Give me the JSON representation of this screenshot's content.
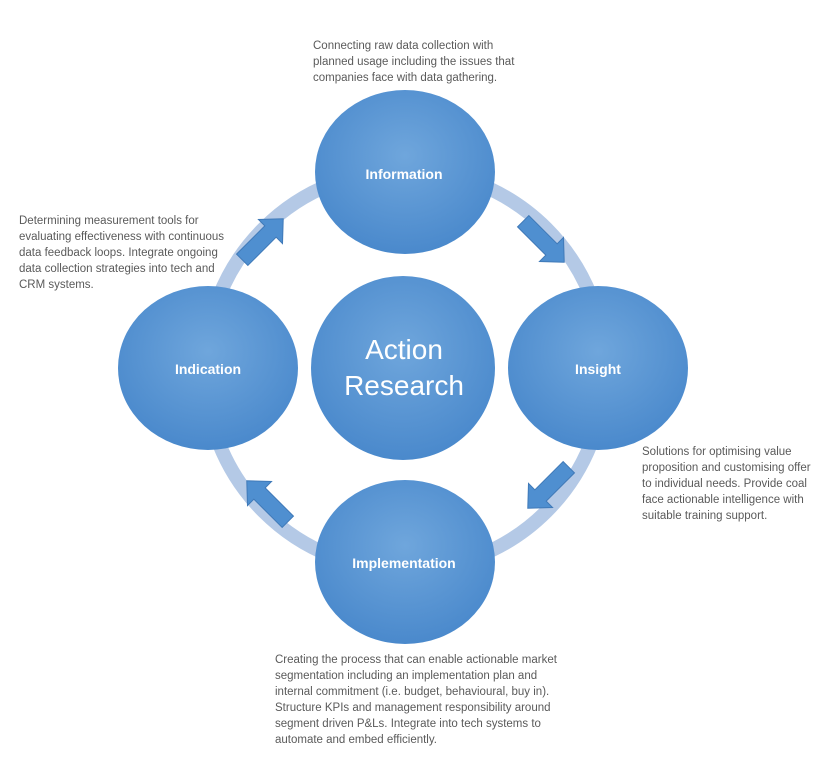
{
  "center": {
    "line1": "Action",
    "line2": "Research"
  },
  "nodes": {
    "information": "Information",
    "insight": "Insight",
    "implementation": "Implementation",
    "indication": "Indication"
  },
  "notes": {
    "information": [
      "Connecting raw data collection with",
      "planned usage including the issues that",
      "companies face with data gathering."
    ],
    "indication": [
      "Determining measurement tools for",
      "evaluating effectiveness with continuous",
      "data feedback loops. Integrate ongoing",
      "data collection strategies into tech and",
      "CRM systems."
    ],
    "insight": [
      "Solutions for optimising value",
      "proposition and customising offer",
      "to individual needs. Provide coal",
      "face actionable intelligence with",
      "suitable training support."
    ],
    "implementation": [
      "Creating the process that can enable actionable market",
      "segmentation including an implementation plan and",
      "internal commitment (i.e. budget, behavioural, buy in).",
      "Structure KPIs and management responsibility around",
      "segment driven P&Ls. Integrate into tech systems to",
      "automate and embed efficiently."
    ]
  },
  "colors": {
    "node_fill": "#5b9bd5",
    "ring": "#b4c9e6",
    "arrow": "#4f8fd0"
  }
}
